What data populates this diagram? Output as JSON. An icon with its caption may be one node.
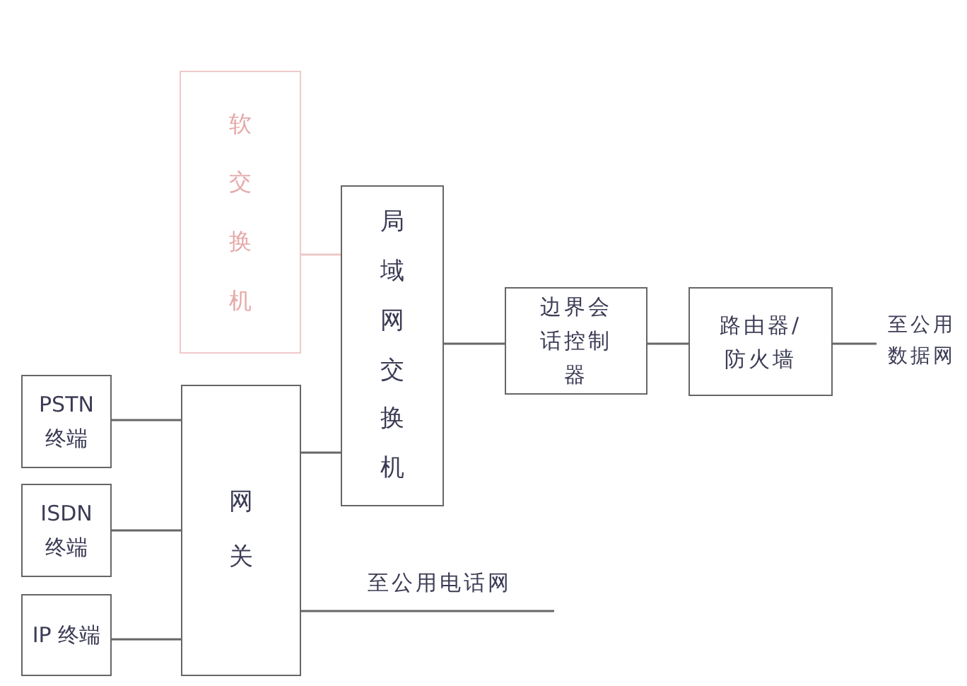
{
  "diagram": {
    "nodes": [
      {
        "text": [
          "软交换机"
        ]
      },
      {
        "text": [
          "局域网交换机"
        ]
      },
      {
        "text": [
          "边界会话控制器"
        ]
      },
      {
        "text": [
          "路由器/防火墙"
        ]
      },
      {
        "text": [
          "至公用数据网"
        ]
      },
      {
        "text": [
          "PSTN 终端"
        ]
      },
      {
        "text": [
          "ISDN 终端"
        ]
      },
      {
        "text": [
          "IP 终端"
        ]
      },
      {
        "text": [
          "网关"
        ]
      }
    ],
    "edges": [
      {
        "from": 0,
        "to": 1,
        "arrow": "none",
        "color": "#ecc8c8"
      },
      {
        "from": 1,
        "to": 2,
        "arrow": "none"
      },
      {
        "from": 2,
        "to": 3,
        "arrow": "none"
      },
      {
        "from": 3,
        "to": 4,
        "arrow": "none"
      },
      {
        "from": 5,
        "to": 8,
        "arrow": "none"
      },
      {
        "from": 6,
        "to": 8,
        "arrow": "none"
      },
      {
        "from": 7,
        "to": 8,
        "arrow": "none"
      },
      {
        "from": 8,
        "to": 1,
        "arrow": "none"
      },
      {
        "from": 8,
        "to": null,
        "arrow": "none",
        "label": "至公用电话网"
      }
    ]
  }
}
